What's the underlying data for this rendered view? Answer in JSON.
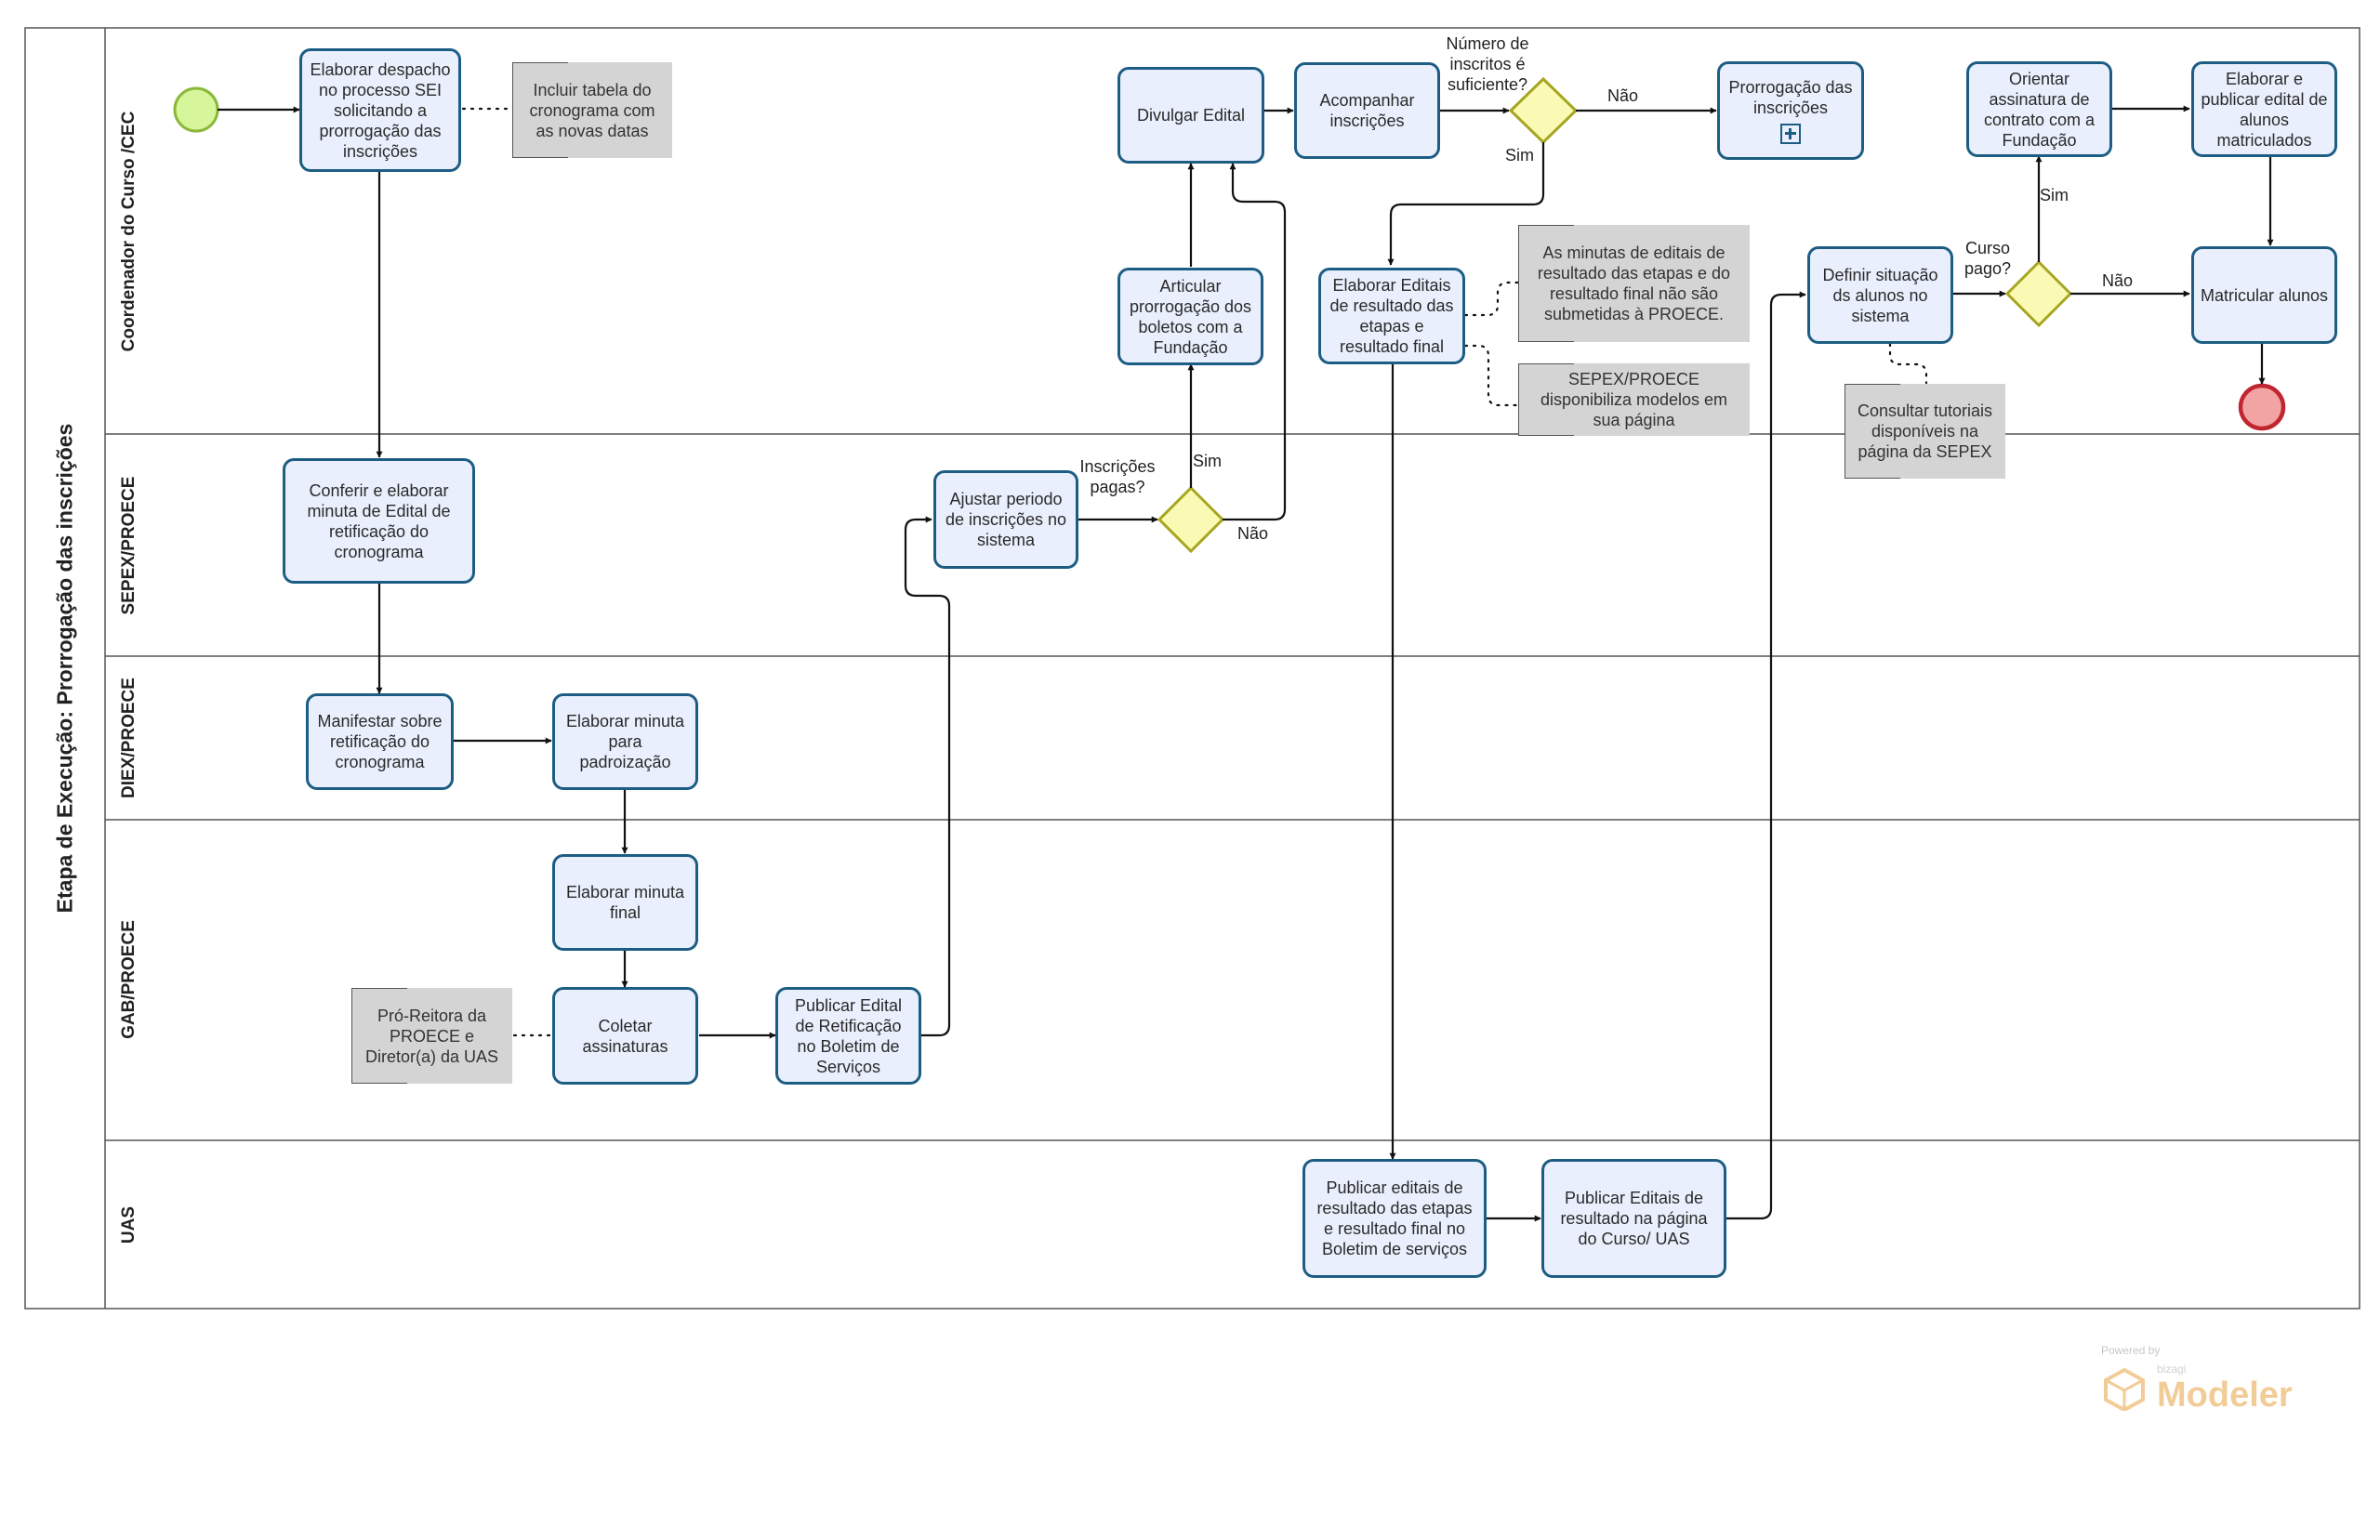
{
  "pool": {
    "title": "Etapa de Execução: Prorrogação das inscrições"
  },
  "lanes": [
    {
      "id": "cec",
      "label": "Coordenador do Curso /CEC"
    },
    {
      "id": "sepex",
      "label": "SEPEX/PROECE"
    },
    {
      "id": "diex",
      "label": "DIEX/PROECE"
    },
    {
      "id": "gab",
      "label": "GAB/PROECE"
    },
    {
      "id": "uas",
      "label": "UAS"
    }
  ],
  "tasks": {
    "elaborar_despacho": "Elaborar despacho no processo SEI solicitando a prorrogação das inscrições",
    "divulgar_edital": "Divulgar Edital",
    "acompanhar_inscricoes": "Acompanhar inscrições",
    "prorrogacao_inscricoes": "Prorrogação das inscrições",
    "orientar_assinatura": "Orientar assinatura de contrato com a Fundação",
    "elaborar_publicar_edital": "Elaborar e publicar edital de alunos matriculados",
    "articular_prorrogacao": "Articular prorrogação dos boletos com a Fundação",
    "elaborar_editais_resultado": "Elaborar Editais de resultado das etapas e resultado final",
    "definir_situacao": "Definir situação ds alunos no sistema",
    "matricular_alunos": "Matricular alunos",
    "conferir_elaborar": "Conferir e elaborar minuta de Edital de retificação do cronograma",
    "ajustar_periodo": "Ajustar periodo de inscrições no sistema",
    "manifestar": "Manifestar sobre retificação do cronograma",
    "elaborar_minuta_padroizacao": "Elaborar minuta para padroização",
    "elaborar_minuta_final": "Elaborar minuta final",
    "coletar_assinaturas": "Coletar assinaturas",
    "publicar_edital_retificacao": "Publicar Edital de Retificação no Boletim de Serviços",
    "publicar_editais_boletim": "Publicar editais de resultado das etapas e resultado final no Boletim de serviços",
    "publicar_editais_pagina": "Publicar Editais de resultado na página do Curso/ UAS"
  },
  "annotations": {
    "incluir_tabela": "Incluir tabela do cronograma com as novas datas",
    "minutas_nao_submetidas": "As minutas de editais de resultado das etapas e do resultado final não são submetidas à PROECE.",
    "sepex_modelos": "SEPEX/PROECE disponibiliza modelos em sua página",
    "consultar_tutoriais": "Consultar tutoriais disponíveis na página da SEPEX",
    "pro_reitora": "Pró-Reitora da PROECE e Diretor(a) da UAS"
  },
  "gateways": {
    "numero_inscritos": "Número de inscritos é suficiente?",
    "inscricoes_pagas": "Inscrições pagas?",
    "curso_pago": "Curso pago?"
  },
  "flow_labels": {
    "sim": "Sim",
    "nao": "Não"
  },
  "watermark": {
    "powered_by": "Powered by",
    "brand": "bizagi",
    "product": "Modeler"
  },
  "colors": {
    "task_fill": "#e9effc",
    "task_border": "#1d5d83",
    "start_fill": "#d7f59a",
    "start_stroke": "#8bb83a",
    "end_fill": "#f2a3a3",
    "end_stroke": "#c0262f",
    "gateway_fill": "#fafab4",
    "gateway_stroke": "#a6a622",
    "annotation_fill": "#d4d4d4",
    "watermark": "#e8a341"
  }
}
